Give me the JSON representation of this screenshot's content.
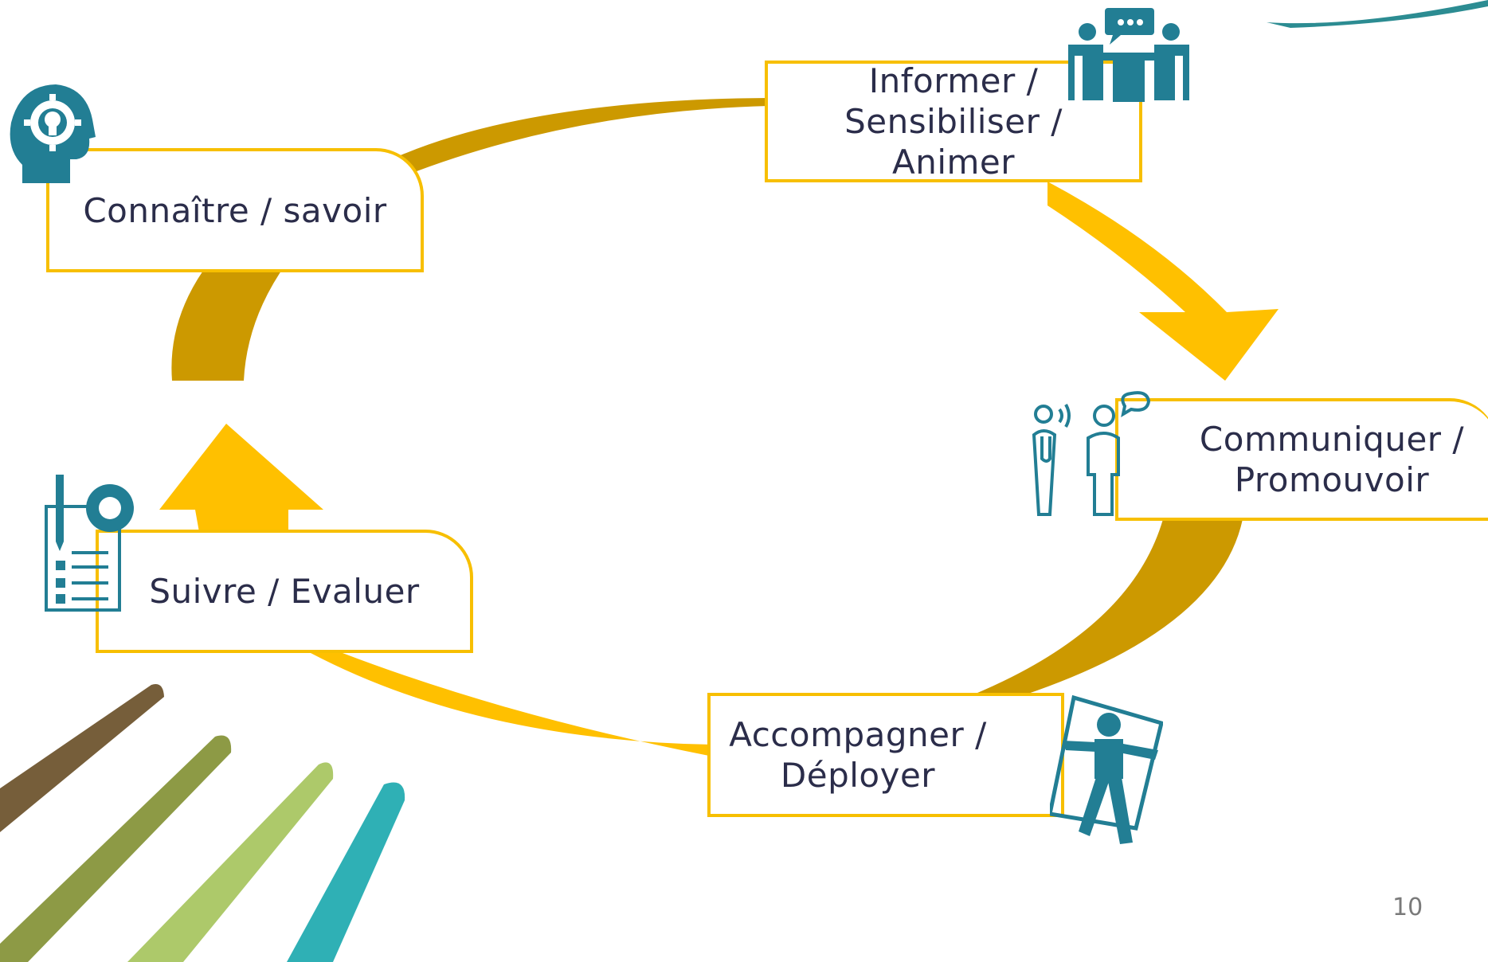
{
  "steps": {
    "know": "Connaître / savoir",
    "inform": "Informer /\nSensibiliser /\nAnimer",
    "communicate": "Communiquer /\nPromouvoir",
    "support": "Accompagner /\nDéployer",
    "monitor": "Suivre / Evaluer"
  },
  "page_number": "10",
  "colors": {
    "box_border": "#F7BF00",
    "arrow_dark": "#CC9900",
    "arrow_light": "#FFC000",
    "icon_teal": "#227E94",
    "text": "#2B2D4A",
    "brush_brown": "#765E3A",
    "brush_olive": "#8D9A45",
    "brush_green": "#ADC96A",
    "brush_teal": "#2FB0B5"
  },
  "icons": {
    "know": "head-lightbulb-gear-icon",
    "inform": "meeting-discussion-icon",
    "communicate": "people-speaking-icon",
    "support": "worker-carrying-panel-icon",
    "monitor": "checklist-gear-icon"
  }
}
